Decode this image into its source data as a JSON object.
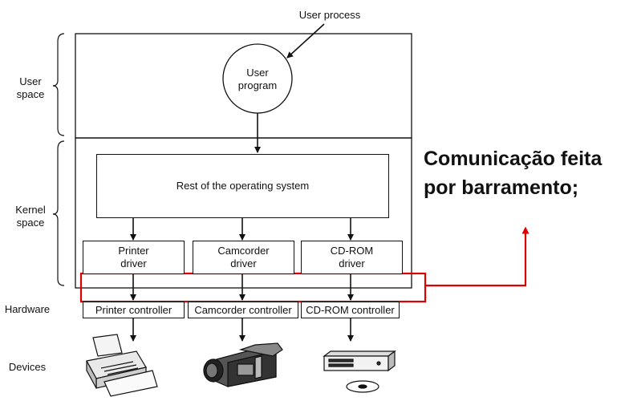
{
  "labels": {
    "user_process": "User process",
    "user_space": "User\nspace",
    "kernel_space": "Kernel\nspace",
    "hardware": "Hardware",
    "devices": "Devices"
  },
  "user_program": "User\nprogram",
  "os_rest": "Rest of the operating system",
  "drivers": [
    "Printer\ndriver",
    "Camcorder\ndriver",
    "CD-ROM\ndriver"
  ],
  "controllers": [
    "Printer controller",
    "Camcorder controller",
    "CD-ROM controller"
  ],
  "devices": [
    "printer-icon",
    "camcorder-icon",
    "cdrom-drive-icon"
  ],
  "annotation": {
    "text": "Comunicação feita\npor barramento;",
    "color": "#dd0000"
  }
}
